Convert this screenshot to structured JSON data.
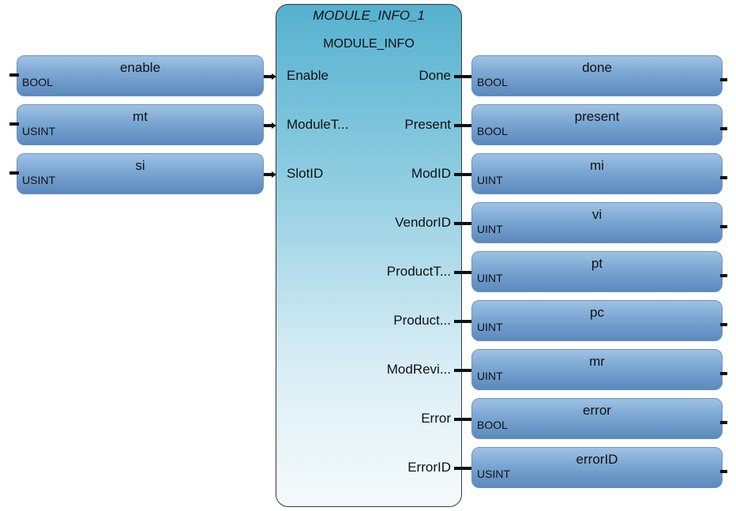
{
  "block": {
    "instance_name": "MODULE_INFO_1",
    "type_name": "MODULE_INFO"
  },
  "inputs": [
    {
      "pin": "Enable",
      "var": "enable",
      "type": "BOOL"
    },
    {
      "pin": "ModuleT...",
      "var": "mt",
      "type": "USINT"
    },
    {
      "pin": "SlotID",
      "var": "si",
      "type": "USINT"
    }
  ],
  "outputs": [
    {
      "pin": "Done",
      "var": "done",
      "type": "BOOL"
    },
    {
      "pin": "Present",
      "var": "present",
      "type": "BOOL"
    },
    {
      "pin": "ModID",
      "var": "mi",
      "type": "UINT"
    },
    {
      "pin": "VendorID",
      "var": "vi",
      "type": "UINT"
    },
    {
      "pin": "ProductT...",
      "var": "pt",
      "type": "UINT"
    },
    {
      "pin": "Product...",
      "var": "pc",
      "type": "UINT"
    },
    {
      "pin": "ModRevi...",
      "var": "mr",
      "type": "UINT"
    },
    {
      "pin": "Error",
      "var": "error",
      "type": "BOOL"
    },
    {
      "pin": "ErrorID",
      "var": "errorID",
      "type": "USINT"
    }
  ],
  "colors": {
    "block_gradient_top": "#55b1cf",
    "block_gradient_bottom": "#f6fbfd",
    "variable_box": "#7aa6d2",
    "wire": "#111111"
  }
}
